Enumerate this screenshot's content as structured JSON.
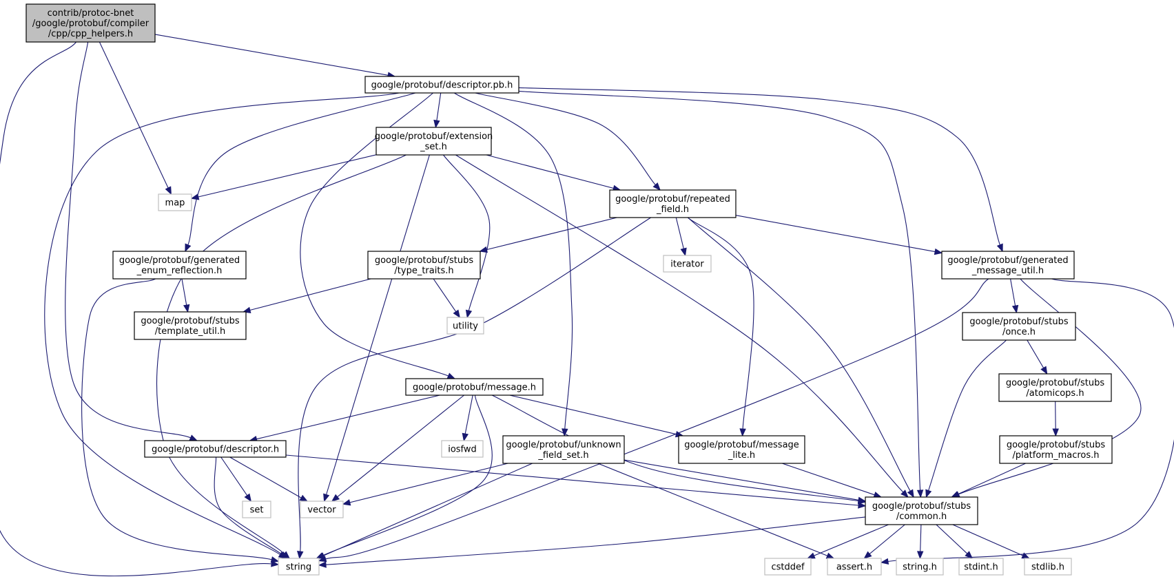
{
  "diagram": {
    "colors": {
      "edge": "#191970",
      "node_border": "#000000",
      "external_border": "#bfbfbf",
      "root_fill": "#bfbfbf",
      "node_fill": "#ffffff",
      "text": "#000000"
    },
    "nodes": [
      {
        "id": "cpp_helpers",
        "kind": "root",
        "lines": [
          "contrib/protoc-bnet",
          "/google/protobuf/compiler",
          "/cpp/cpp_helpers.h"
        ]
      },
      {
        "id": "descriptor_pb",
        "kind": "header",
        "lines": [
          "google/protobuf/descriptor.pb.h"
        ]
      },
      {
        "id": "extension_set",
        "kind": "header",
        "lines": [
          "google/protobuf/extension",
          "_set.h"
        ]
      },
      {
        "id": "map",
        "kind": "external",
        "lines": [
          "map"
        ]
      },
      {
        "id": "repeated_field",
        "kind": "header",
        "lines": [
          "google/protobuf/repeated",
          "_field.h"
        ]
      },
      {
        "id": "gen_enum_refl",
        "kind": "header",
        "lines": [
          "google/protobuf/generated",
          "_enum_reflection.h"
        ]
      },
      {
        "id": "type_traits",
        "kind": "header",
        "lines": [
          "google/protobuf/stubs",
          "/type_traits.h"
        ]
      },
      {
        "id": "iterator",
        "kind": "external",
        "lines": [
          "iterator"
        ]
      },
      {
        "id": "gen_msg_util",
        "kind": "header",
        "lines": [
          "google/protobuf/generated",
          "_message_util.h"
        ]
      },
      {
        "id": "template_util",
        "kind": "header",
        "lines": [
          "google/protobuf/stubs",
          "/template_util.h"
        ]
      },
      {
        "id": "utility",
        "kind": "external",
        "lines": [
          "utility"
        ]
      },
      {
        "id": "once",
        "kind": "header",
        "lines": [
          "google/protobuf/stubs",
          "/once.h"
        ]
      },
      {
        "id": "message",
        "kind": "header",
        "lines": [
          "google/protobuf/message.h"
        ]
      },
      {
        "id": "atomicops",
        "kind": "header",
        "lines": [
          "google/protobuf/stubs",
          "/atomicops.h"
        ]
      },
      {
        "id": "descriptor",
        "kind": "header",
        "lines": [
          "google/protobuf/descriptor.h"
        ]
      },
      {
        "id": "iosfwd",
        "kind": "external",
        "lines": [
          "iosfwd"
        ]
      },
      {
        "id": "unknown_field_set",
        "kind": "header",
        "lines": [
          "google/protobuf/unknown",
          "_field_set.h"
        ]
      },
      {
        "id": "message_lite",
        "kind": "header",
        "lines": [
          "google/protobuf/message",
          "_lite.h"
        ]
      },
      {
        "id": "platform_macros",
        "kind": "header",
        "lines": [
          "google/protobuf/stubs",
          "/platform_macros.h"
        ]
      },
      {
        "id": "set",
        "kind": "external",
        "lines": [
          "set"
        ]
      },
      {
        "id": "vector",
        "kind": "external",
        "lines": [
          "vector"
        ]
      },
      {
        "id": "common",
        "kind": "header",
        "lines": [
          "google/protobuf/stubs",
          "/common.h"
        ]
      },
      {
        "id": "string",
        "kind": "external",
        "lines": [
          "string"
        ]
      },
      {
        "id": "cstddef",
        "kind": "external",
        "lines": [
          "cstddef"
        ]
      },
      {
        "id": "assert",
        "kind": "external",
        "lines": [
          "assert.h"
        ]
      },
      {
        "id": "string_h",
        "kind": "external",
        "lines": [
          "string.h"
        ]
      },
      {
        "id": "stdint",
        "kind": "external",
        "lines": [
          "stdint.h"
        ]
      },
      {
        "id": "stdlib",
        "kind": "external",
        "lines": [
          "stdlib.h"
        ]
      }
    ],
    "edges": [
      {
        "from": "cpp_helpers",
        "to": "descriptor_pb"
      },
      {
        "from": "cpp_helpers",
        "to": "map"
      },
      {
        "from": "cpp_helpers",
        "to": "descriptor"
      },
      {
        "from": "cpp_helpers",
        "to": "string"
      },
      {
        "from": "descriptor_pb",
        "to": "extension_set"
      },
      {
        "from": "descriptor_pb",
        "to": "repeated_field"
      },
      {
        "from": "descriptor_pb",
        "to": "gen_enum_refl"
      },
      {
        "from": "descriptor_pb",
        "to": "gen_msg_util"
      },
      {
        "from": "descriptor_pb",
        "to": "message"
      },
      {
        "from": "descriptor_pb",
        "to": "unknown_field_set"
      },
      {
        "from": "descriptor_pb",
        "to": "common"
      },
      {
        "from": "descriptor_pb",
        "to": "string"
      },
      {
        "from": "extension_set",
        "to": "map"
      },
      {
        "from": "extension_set",
        "to": "repeated_field"
      },
      {
        "from": "extension_set",
        "to": "utility"
      },
      {
        "from": "extension_set",
        "to": "vector"
      },
      {
        "from": "extension_set",
        "to": "common"
      },
      {
        "from": "extension_set",
        "to": "string"
      },
      {
        "from": "repeated_field",
        "to": "type_traits"
      },
      {
        "from": "repeated_field",
        "to": "iterator"
      },
      {
        "from": "repeated_field",
        "to": "gen_msg_util"
      },
      {
        "from": "repeated_field",
        "to": "message_lite"
      },
      {
        "from": "repeated_field",
        "to": "common"
      },
      {
        "from": "repeated_field",
        "to": "string"
      },
      {
        "from": "gen_enum_refl",
        "to": "template_util"
      },
      {
        "from": "gen_enum_refl",
        "to": "string"
      },
      {
        "from": "type_traits",
        "to": "template_util"
      },
      {
        "from": "type_traits",
        "to": "utility"
      },
      {
        "from": "gen_msg_util",
        "to": "once"
      },
      {
        "from": "gen_msg_util",
        "to": "common"
      },
      {
        "from": "gen_msg_util",
        "to": "assert"
      },
      {
        "from": "gen_msg_util",
        "to": "string"
      },
      {
        "from": "once",
        "to": "atomicops"
      },
      {
        "from": "once",
        "to": "common"
      },
      {
        "from": "atomicops",
        "to": "platform_macros"
      },
      {
        "from": "platform_macros",
        "to": "common"
      },
      {
        "from": "message",
        "to": "descriptor"
      },
      {
        "from": "message",
        "to": "iosfwd"
      },
      {
        "from": "message",
        "to": "message_lite"
      },
      {
        "from": "message",
        "to": "vector"
      },
      {
        "from": "message",
        "to": "common"
      },
      {
        "from": "message",
        "to": "string"
      },
      {
        "from": "descriptor",
        "to": "set"
      },
      {
        "from": "descriptor",
        "to": "vector"
      },
      {
        "from": "descriptor",
        "to": "common"
      },
      {
        "from": "descriptor",
        "to": "string"
      },
      {
        "from": "unknown_field_set",
        "to": "vector"
      },
      {
        "from": "unknown_field_set",
        "to": "common"
      },
      {
        "from": "unknown_field_set",
        "to": "assert"
      },
      {
        "from": "unknown_field_set",
        "to": "string"
      },
      {
        "from": "message_lite",
        "to": "common"
      },
      {
        "from": "common",
        "to": "cstddef"
      },
      {
        "from": "common",
        "to": "assert"
      },
      {
        "from": "common",
        "to": "string_h"
      },
      {
        "from": "common",
        "to": "stdint"
      },
      {
        "from": "common",
        "to": "stdlib"
      },
      {
        "from": "common",
        "to": "string"
      }
    ]
  }
}
